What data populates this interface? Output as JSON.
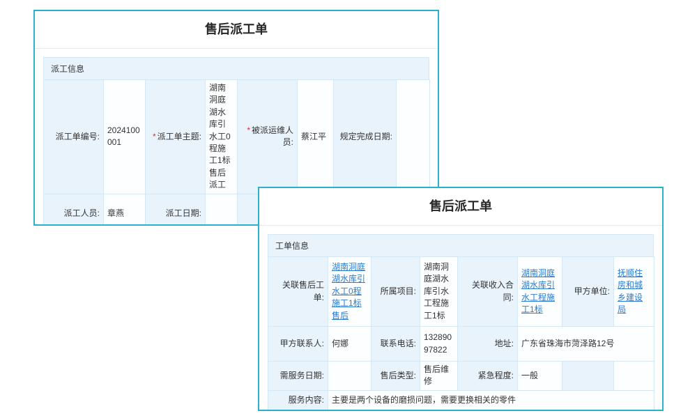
{
  "required_marker": "*",
  "colors": {
    "panel_border": "#2ab2c8",
    "section_bg": "#e9f3fb",
    "label_bg": "#e9f3fb",
    "cell_border": "#d5e7f4",
    "link": "#2a7bd0",
    "required": "#f5222d"
  },
  "back_panel": {
    "title": "售后派工单",
    "section_title": "派工信息",
    "fields": {
      "order_no_label": "派工单编号:",
      "order_no_value": "2024100001",
      "subject_label": "派工单主题:",
      "subject_value": "湖南洞庭湖水库引水工0程施工1标售后派工",
      "staff_label": "被派运维人员:",
      "staff_value": "蔡江平",
      "deadline_label": "规定完成日期:",
      "deadline_value": "",
      "dispatcher_label": "派工人员:",
      "dispatcher_value": "章燕",
      "dispatch_date_label": "派工日期:",
      "dispatch_date_value": ""
    }
  },
  "front_panel": {
    "title": "售后派工单",
    "section_title": "工单信息",
    "fields": {
      "related_order_label": "关联售后工单:",
      "related_order_value": "湖南洞庭湖水库引水工0程施工1标售后",
      "project_label": "所属项目:",
      "project_value": "湖南洞庭湖水库引水工程施工1标",
      "income_contract_label": "关联收入合同:",
      "income_contract_value": "湖南洞庭湖水库引水工程施工1标",
      "party_a_label": "甲方单位:",
      "party_a_value": "抚顺住房和城乡建设局",
      "contact_label": "甲方联系人:",
      "contact_value": "何娜",
      "phone_label": "联系电话:",
      "phone_value": "13289097822",
      "address_label": "地址:",
      "address_value": "广东省珠海市菏泽路12号",
      "service_date_label": "需服务日期:",
      "service_date_value": "",
      "service_type_label": "售后类型:",
      "service_type_value": "售后维修",
      "urgency_label": "紧急程度:",
      "urgency_value": "一般",
      "content_label": "服务内容:",
      "content_value": "主要是两个设备的磨损问题，需要更换相关的零件"
    }
  }
}
